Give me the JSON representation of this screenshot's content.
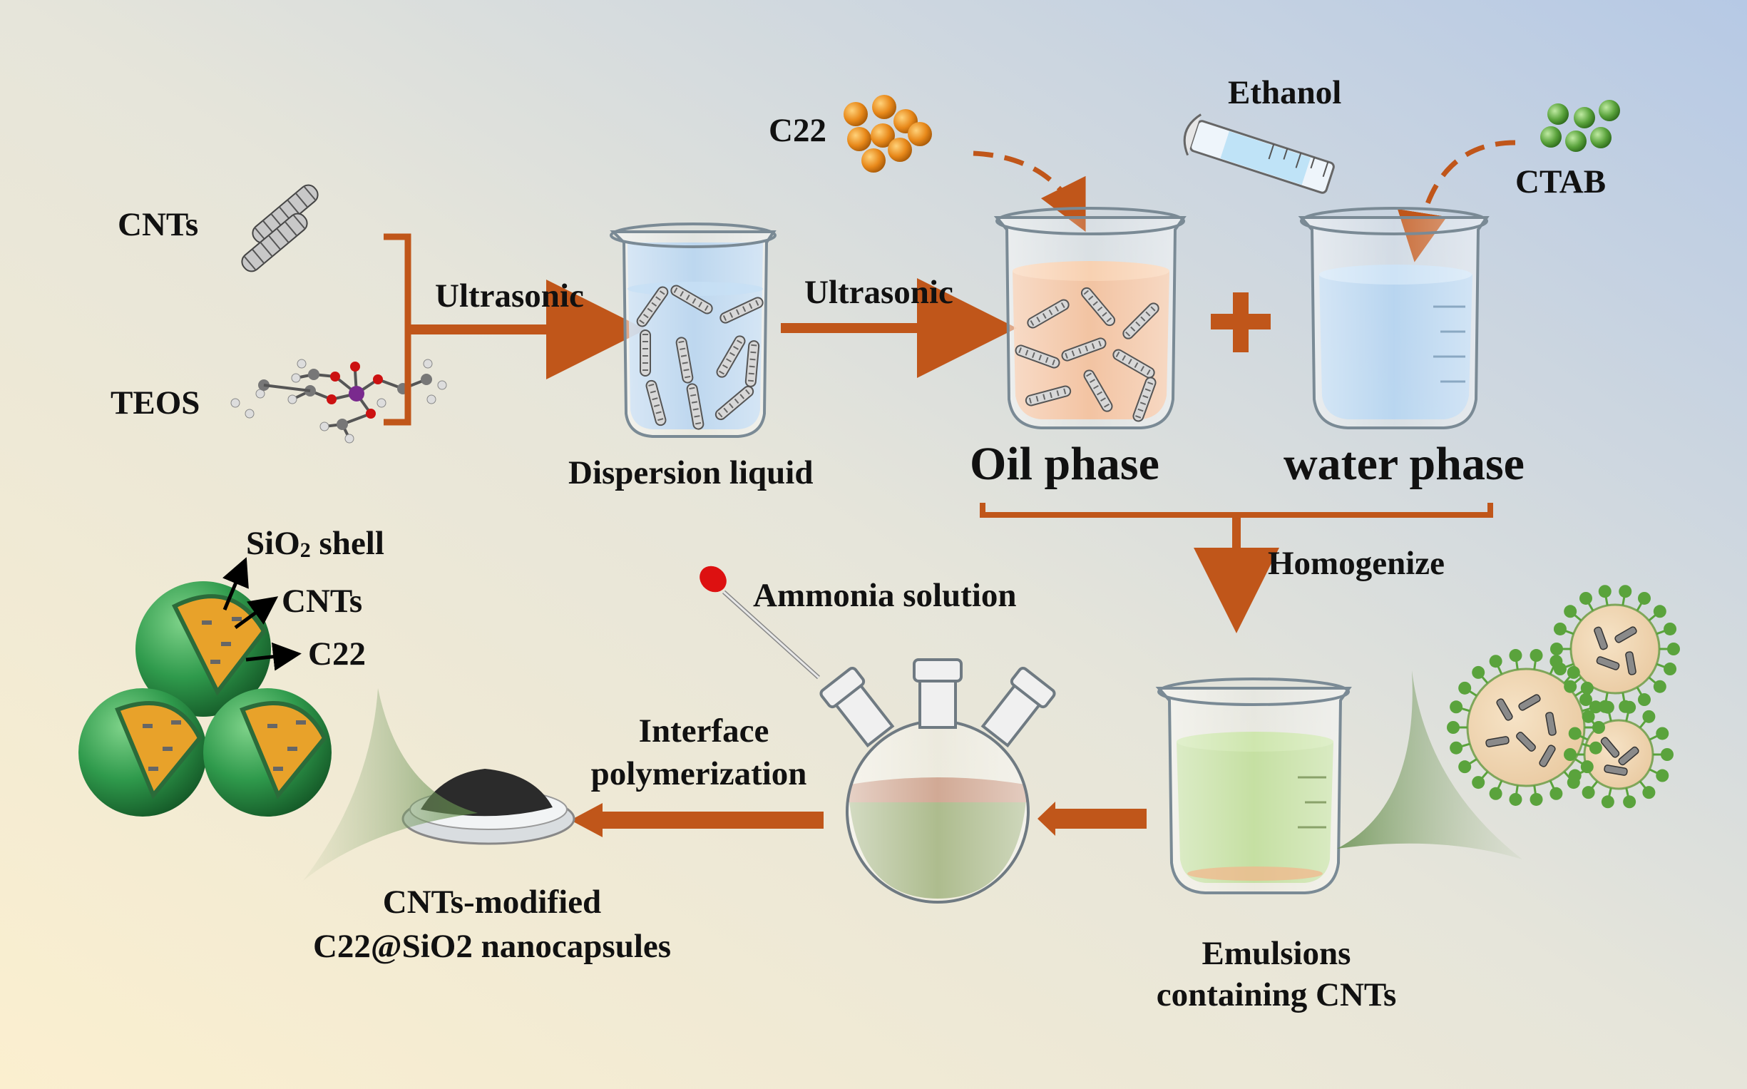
{
  "inputs": {
    "cnts": "CNTs",
    "teos": "TEOS",
    "c22": "C22",
    "ethanol": "Ethanol",
    "ctab": "CTAB"
  },
  "steps": {
    "ultrasonic_1": "Ultrasonic",
    "ultrasonic_2": "Ultrasonic",
    "homogenize": "Homogenize",
    "ammonia": "Ammonia solution",
    "interface_1": "Interface",
    "interface_2": "polymerization"
  },
  "stages": {
    "dispersion": "Dispersion liquid",
    "oil_phase": "Oil phase",
    "water_phase": "water phase",
    "emulsions_1": "Emulsions",
    "emulsions_2": "containing CNTs",
    "product_1": "CNTs-modified",
    "product_2": "C22@SiO2 nanocapsules"
  },
  "capsule": {
    "shell_main": "SiO",
    "shell_sub": "2",
    "shell_suffix": " shell",
    "cnts": "CNTs",
    "c22": "C22"
  },
  "colors": {
    "arrow": "#c0561a",
    "c22_orange": "#e88a1a",
    "ctab_green": "#5aa33c",
    "oil": "#f3b58a",
    "water": "#a9cdee",
    "emulsion": "#b6d88a",
    "shell_green": "#2f9a4c"
  }
}
